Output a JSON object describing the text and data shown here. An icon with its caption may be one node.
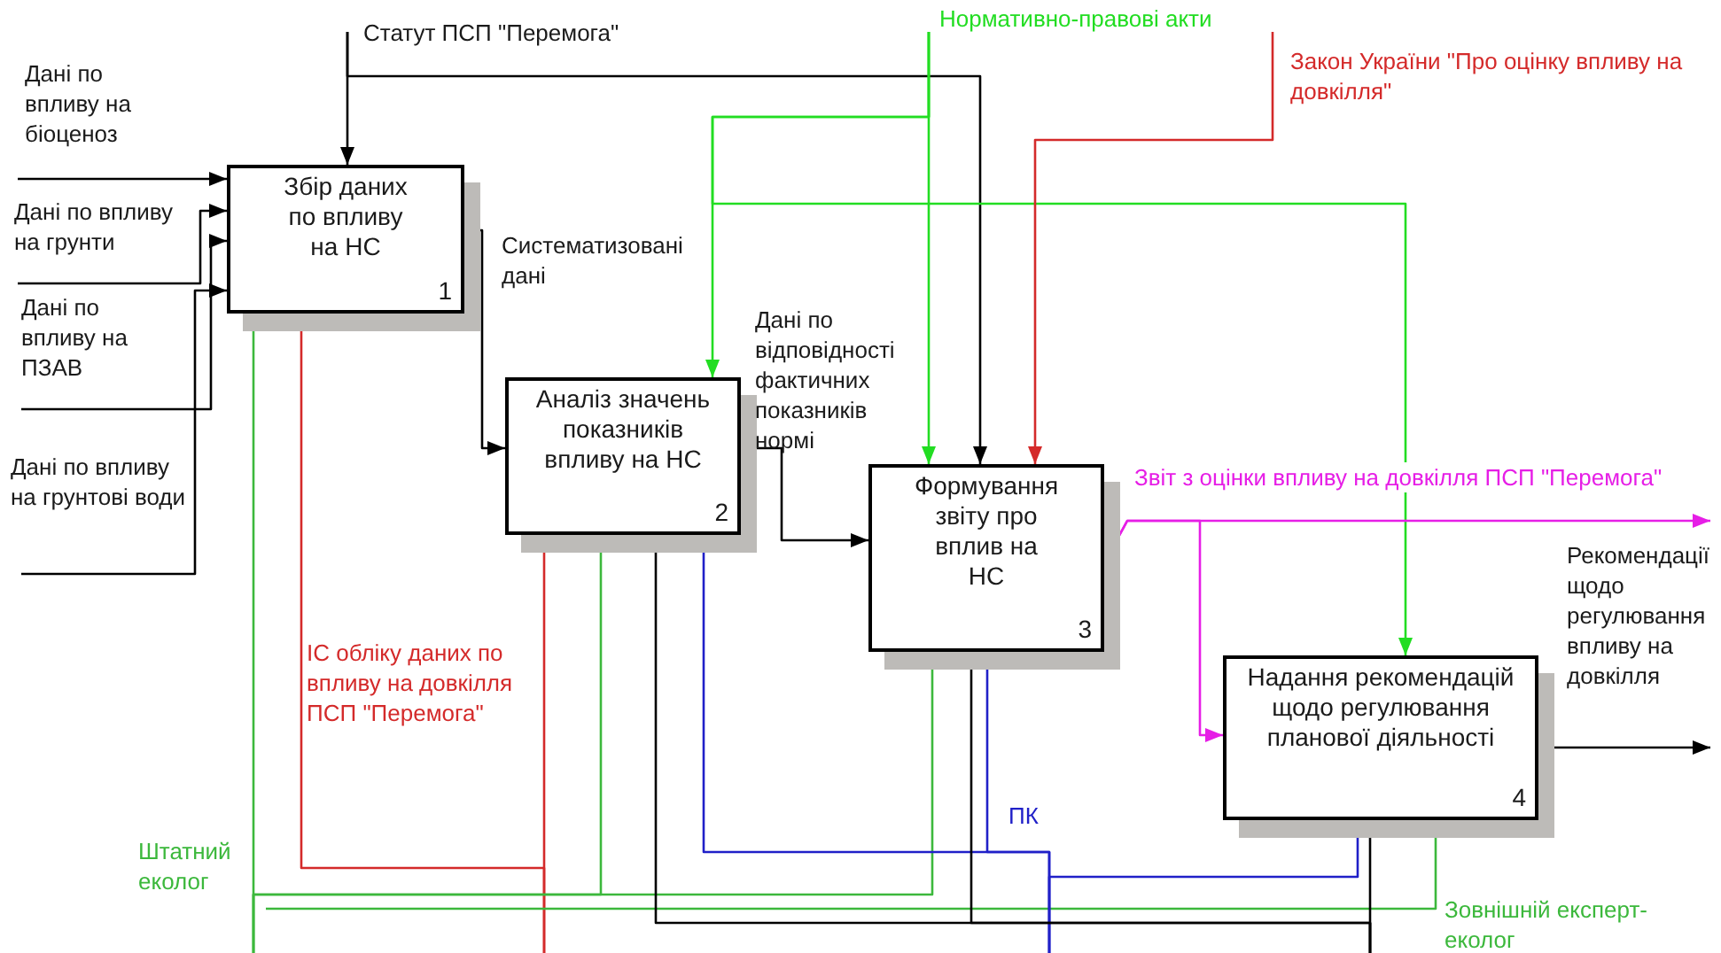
{
  "diagram": {
    "nodes": [
      {
        "text": [
          "Збір даних по впливу на НС",
          "1"
        ]
      },
      {
        "text": [
          "Аналіз значень показників впливу на НС",
          "2"
        ]
      },
      {
        "text": [
          "Формування звіту про вплив на НС",
          "3"
        ]
      },
      {
        "text": [
          "Надання рекомендацій щодо регулювання планової діяльності",
          "4"
        ]
      }
    ],
    "edges": [
      {
        "from": null,
        "to": 0,
        "arrow": "to",
        "label": "Дані по впливу на біоценоз"
      },
      {
        "from": null,
        "to": 0,
        "arrow": "to",
        "label": "Дані по впливу на грунти"
      },
      {
        "from": null,
        "to": 0,
        "arrow": "to",
        "label": "Дані по впливу на ПЗАВ"
      },
      {
        "from": null,
        "to": 0,
        "arrow": "to",
        "label": "Дані по впливу на грунтові води"
      },
      {
        "from": null,
        "to": 0,
        "arrow": "to",
        "label": "Статут ПСП \"Перемога\""
      },
      {
        "from": null,
        "to": 2,
        "arrow": "to"
      },
      {
        "from": 0,
        "to": 1,
        "arrow": "to",
        "label": "Систематизовані дані"
      },
      {
        "from": 1,
        "to": 2,
        "arrow": "to",
        "label": "Дані по відповідності фактичних показників нормі"
      },
      {
        "from": null,
        "to": 2,
        "arrow": "to",
        "label": "Нормативно-правові акти",
        "color": "#22dd22"
      },
      {
        "from": null,
        "to": 1,
        "arrow": "to",
        "color": "#22dd22"
      },
      {
        "from": null,
        "to": 3,
        "arrow": "to",
        "color": "#22dd22"
      },
      {
        "from": null,
        "to": 2,
        "arrow": "to",
        "label": "Закон України \"Про оцінку впливу на довкілля\"",
        "color": "#d42a2a"
      },
      {
        "from": 2,
        "to": null,
        "arrow": "to",
        "label": "Звіт з оцінки впливу на довкілля ПСП \"Перемога\"",
        "color": "#e61ee6"
      },
      {
        "from": 2,
        "to": 3,
        "arrow": "to",
        "color": "#e61ee6"
      },
      {
        "from": 3,
        "to": null,
        "arrow": "to",
        "label": "Рекомендації щодо регулювання впливу на довкілля"
      },
      {
        "from": null,
        "to": 0,
        "arrow": "to",
        "label": "ІС обліку даних по впливу на довкілля ПСП \"Перемога\"",
        "color": "#d42a2a"
      },
      {
        "from": null,
        "to": 1,
        "arrow": "to",
        "color": "#d42a2a"
      },
      {
        "from": null,
        "to": 0,
        "arrow": "to",
        "label": "Штатний еколог",
        "color": "#3cb83c"
      },
      {
        "from": null,
        "to": 1,
        "arrow": "to",
        "color": "#3cb83c"
      },
      {
        "from": null,
        "to": 2,
        "arrow": "to",
        "color": "#3cb83c"
      },
      {
        "from": null,
        "to": 3,
        "arrow": "to",
        "label": "Зовнішній експерт-еколог",
        "color": "#3cb83c"
      },
      {
        "from": null,
        "to": 3,
        "arrow": "to",
        "label": "ПК",
        "color": "#2020c8"
      },
      {
        "from": null,
        "to": 1,
        "arrow": "to",
        "color": "#2020c8"
      },
      {
        "from": null,
        "to": 2,
        "arrow": "to",
        "color": "#2020c8"
      },
      {
        "from": null,
        "to": 3,
        "arrow": "to"
      },
      {
        "from": null,
        "to": 1,
        "arrow": "to"
      },
      {
        "from": null,
        "to": 2,
        "arrow": "to"
      }
    ]
  }
}
